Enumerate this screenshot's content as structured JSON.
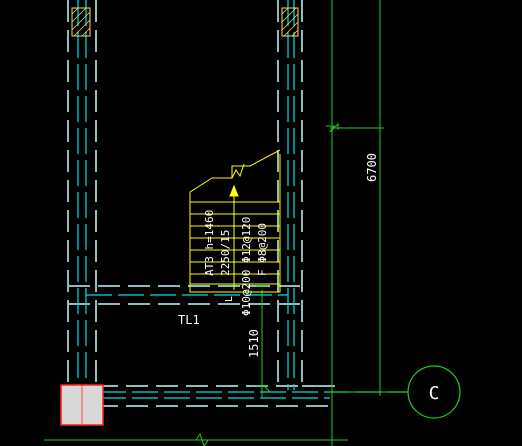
{
  "drawing": {
    "grid_axis_label": "C",
    "beam_label": "TL1",
    "dimensions": {
      "vertical_total": "6700",
      "vertical_segment": "1510"
    },
    "stair_annotation": {
      "line1": "AT3 h=1460",
      "line2": "2250/15",
      "line3": "Φ10@200 Φ12@120",
      "line4": "F Φ8@200"
    },
    "marker_letter": "L"
  },
  "colors": {
    "background": "#000000",
    "wall_dash": "#8fbcbc",
    "axis_cyan": "#00e0e0",
    "dimension_green": "#22cc22",
    "stair_yellow": "#ffff00",
    "text_white": "#ffffff",
    "column_fill": "#d8d8d8",
    "column_border": "#ff2020",
    "hatch_yellow": "#ffd36b"
  }
}
